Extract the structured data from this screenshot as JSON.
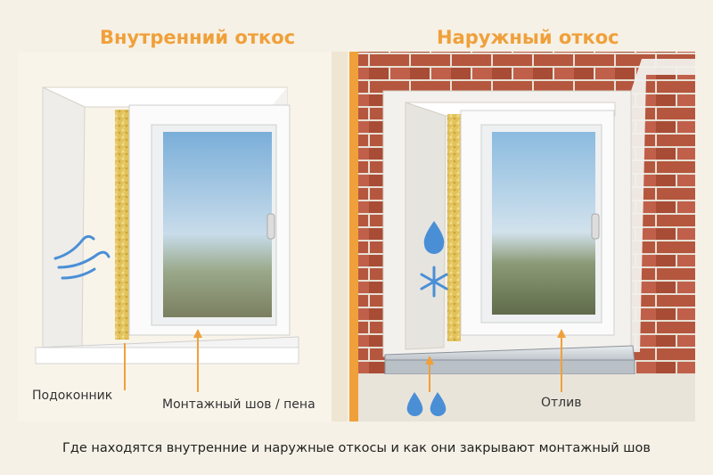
{
  "titles": {
    "inner": "Внутренний откос",
    "outer": "Наружный откос"
  },
  "labels": {
    "sill": "Подоконник",
    "seam": "Монтажный шов / пена",
    "drip": "Отлив"
  },
  "caption": "Где находятся внутренние и наружные откосы и как они закрывают монтажный  шов",
  "icons": [
    "wind-icon",
    "water-drop-icon",
    "snowflake-icon",
    "water-drops-icon"
  ],
  "colors": {
    "accent": "#f0a03a",
    "brick": "#b5563e",
    "foam": "#e2c25a"
  }
}
